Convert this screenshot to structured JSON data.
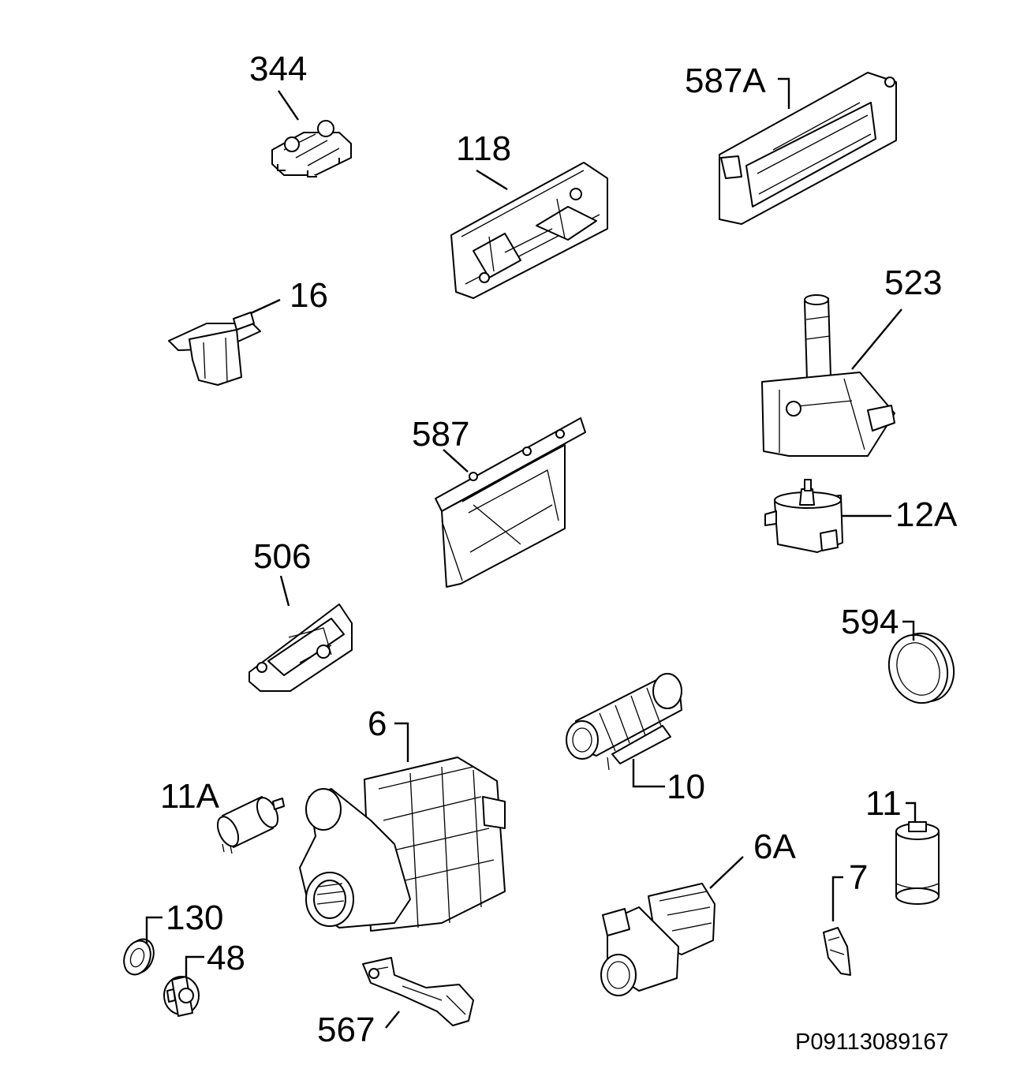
{
  "diagram": {
    "code": "P09113089167",
    "parts": [
      {
        "id": "344",
        "label": "344",
        "icon": "thermostat-icon"
      },
      {
        "id": "118",
        "label": "118",
        "icon": "control-board-icon"
      },
      {
        "id": "587A",
        "label": "587A",
        "icon": "display-board-icon"
      },
      {
        "id": "16",
        "label": "16",
        "icon": "switch-icon"
      },
      {
        "id": "523",
        "label": "523",
        "icon": "sensor-bracket-icon"
      },
      {
        "id": "587",
        "label": "587",
        "icon": "bracket-frame-icon"
      },
      {
        "id": "12A",
        "label": "12A",
        "icon": "pressure-switch-icon"
      },
      {
        "id": "506",
        "label": "506",
        "icon": "door-lock-icon"
      },
      {
        "id": "594",
        "label": "594",
        "icon": "seal-ring-icon"
      },
      {
        "id": "6",
        "label": "6",
        "icon": "circulation-pump-icon"
      },
      {
        "id": "10",
        "label": "10",
        "icon": "heater-icon"
      },
      {
        "id": "11A",
        "label": "11A",
        "icon": "capacitor-icon"
      },
      {
        "id": "11",
        "label": "11",
        "icon": "capacitor-can-icon"
      },
      {
        "id": "6A",
        "label": "6A",
        "icon": "drain-pump-icon"
      },
      {
        "id": "7",
        "label": "7",
        "icon": "clip-icon"
      },
      {
        "id": "130",
        "label": "130",
        "icon": "gasket-icon"
      },
      {
        "id": "48",
        "label": "48",
        "icon": "plug-icon"
      },
      {
        "id": "567",
        "label": "567",
        "icon": "holder-bracket-icon"
      }
    ]
  }
}
